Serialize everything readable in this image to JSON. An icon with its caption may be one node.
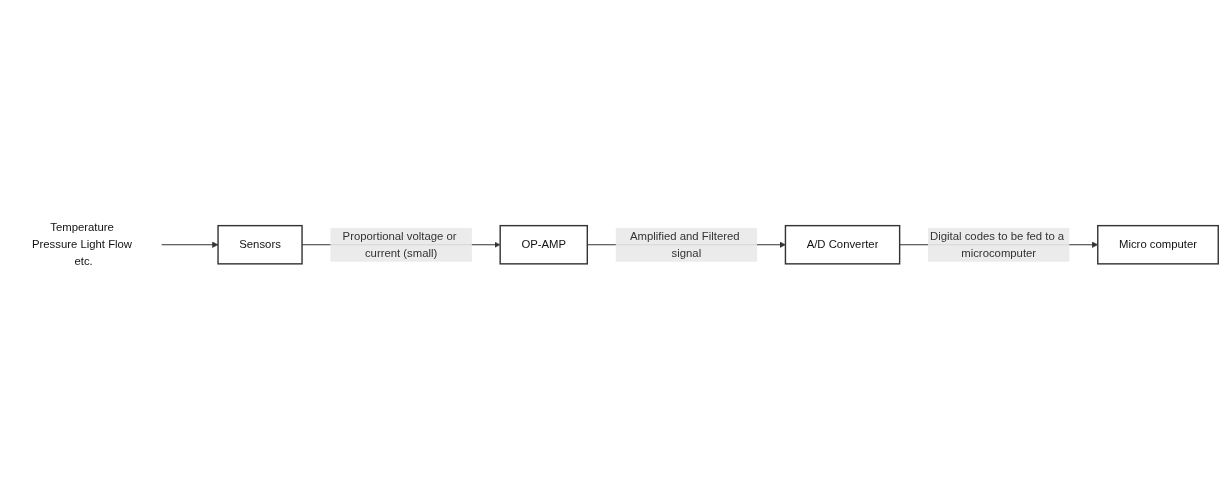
{
  "diagram": {
    "nodes": [
      {
        "text": [
          "Temperature Pressure Light Flow etc."
        ]
      },
      {
        "text": [
          "Sensors"
        ]
      },
      {
        "text": [
          "OP-AMP"
        ]
      },
      {
        "text": [
          "A/D Converter"
        ]
      },
      {
        "text": [
          "Micro computer"
        ]
      }
    ],
    "edges": [
      {
        "from": 0,
        "to": 1,
        "arrow": "to"
      },
      {
        "from": 1,
        "to": 2,
        "arrow": "to",
        "label": "Proportional voltage or current (small)"
      },
      {
        "from": 2,
        "to": 3,
        "arrow": "to",
        "label": "Amplified and Filtered signal"
      },
      {
        "from": 3,
        "to": 4,
        "arrow": "to",
        "label": "Digital codes to be fed to a microcomputer"
      }
    ]
  }
}
